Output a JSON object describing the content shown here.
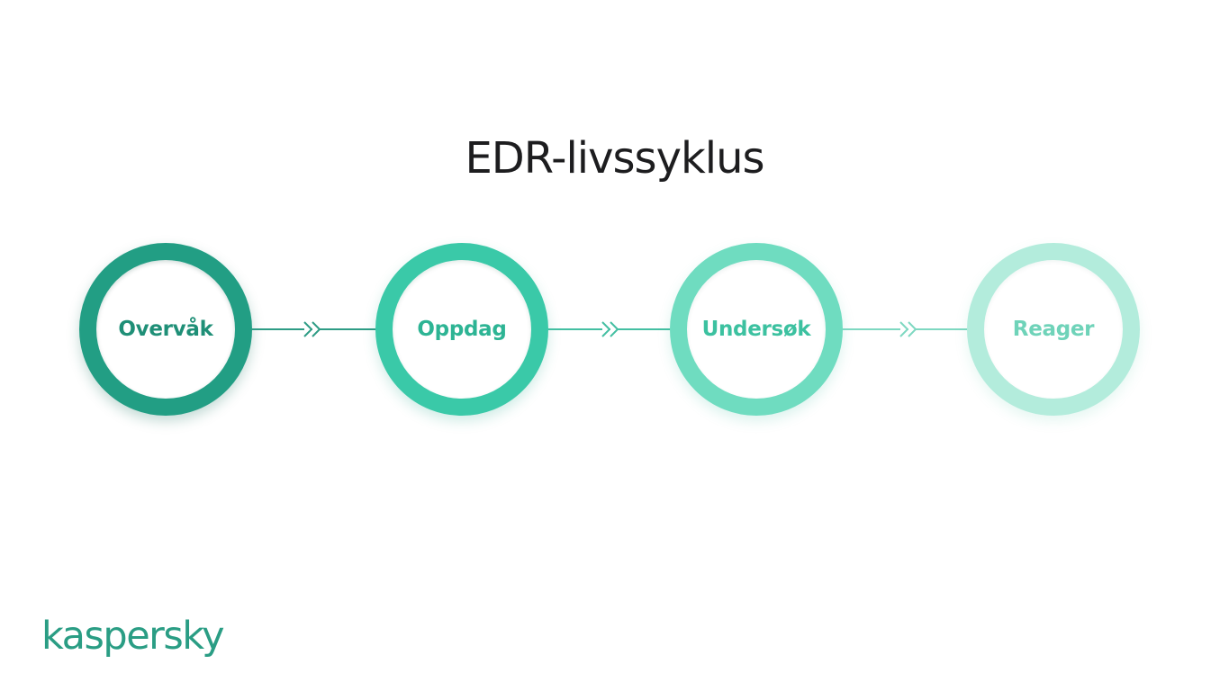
{
  "title": "EDR-livssyklus",
  "steps": [
    {
      "label": "Overvåk"
    },
    {
      "label": "Oppdag"
    },
    {
      "label": "Undersøk"
    },
    {
      "label": "Reager"
    }
  ],
  "brand": {
    "logo_text": "kaspersky"
  },
  "colors": {
    "step_1": "#229e84",
    "step_2": "#3ac9a8",
    "step_3": "#6fdcc0",
    "step_4": "#b3ecdc",
    "title": "#1d1d1f",
    "brand": "#2a9d84"
  },
  "icons": [
    "double-chevron-right-icon"
  ]
}
